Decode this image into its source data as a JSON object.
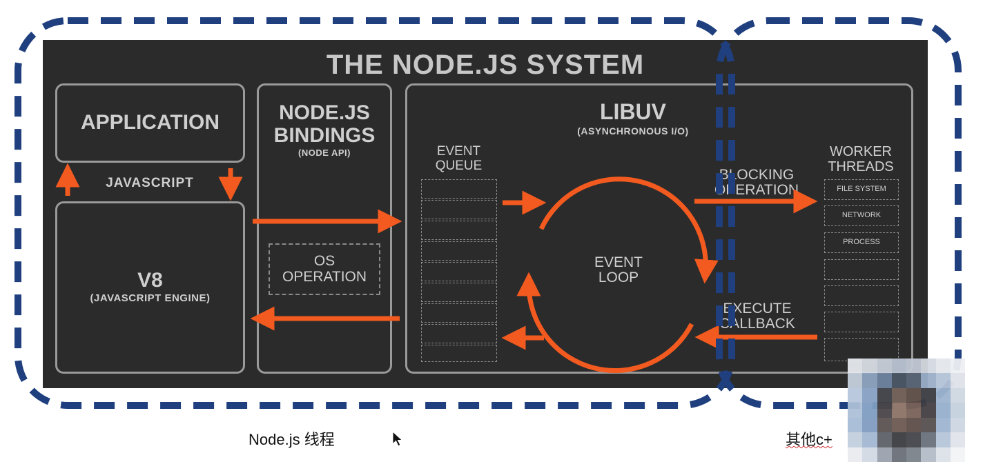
{
  "diagram": {
    "title": "THE NODE.JS SYSTEM",
    "application": {
      "label": "APPLICATION"
    },
    "javascript_label": "JAVASCRIPT",
    "v8": {
      "label": "V8",
      "sublabel": "(JAVASCRIPT ENGINE)"
    },
    "bindings": {
      "label_line1": "NODE.JS",
      "label_line2": "BINDINGS",
      "sublabel": "(NODE API)"
    },
    "os_operation": {
      "line1": "OS",
      "line2": "OPERATION"
    },
    "libuv": {
      "label": "LIBUV",
      "sublabel": "(ASYNCHRONOUS I/O)"
    },
    "event_queue": {
      "line1": "EVENT",
      "line2": "QUEUE"
    },
    "event_loop": {
      "line1": "EVENT",
      "line2": "LOOP"
    },
    "blocking_operation": {
      "line1": "BLOCKING",
      "line2": "OPERATION"
    },
    "execute_callback": {
      "line1": "EXECUTE",
      "line2": "CALLBACK"
    },
    "worker_threads": {
      "line1": "WORKER",
      "line2": "THREADS",
      "items": [
        "FILE SYSTEM",
        "NETWORK",
        "PROCESS"
      ]
    }
  },
  "captions": {
    "nodejs_thread": "Node.js 线程",
    "other_cpp": "其他c+"
  },
  "colors": {
    "slide_bg": "#2b2b2b",
    "box_border": "#9a9a9a",
    "arrow": "#f25a1f",
    "dashed_group": "#1f3f7f"
  }
}
